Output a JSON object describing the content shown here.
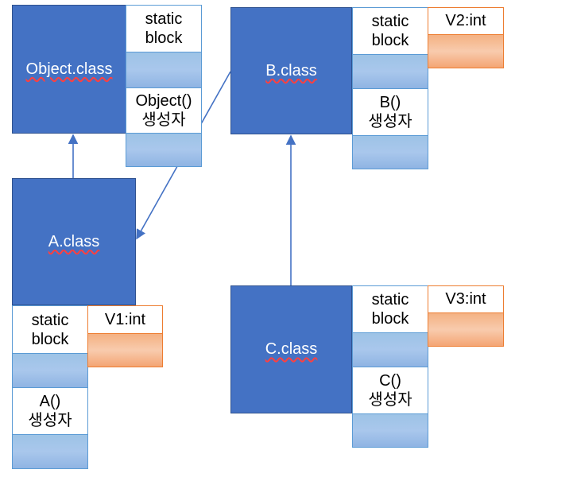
{
  "object_class": {
    "name": "Object.class",
    "static_block": "static\nblock",
    "constructor": "Object()\n생성자"
  },
  "b_class": {
    "name": "B.class",
    "static_block": "static\nblock",
    "constructor": "B()\n생성자",
    "field": "V2:int"
  },
  "a_class": {
    "name": "A.class",
    "static_block": "static\nblock",
    "constructor": "A()\n생성자",
    "field": "V1:int"
  },
  "c_class": {
    "name": "C.class",
    "static_block": "static\nblock",
    "constructor": "C()\n생성자",
    "field": "V3:int"
  },
  "colors": {
    "class_fill": "#4472c4",
    "method_fill": "#9dc3e6",
    "field_fill": "#f4b183",
    "arrow": "#4472c4"
  }
}
